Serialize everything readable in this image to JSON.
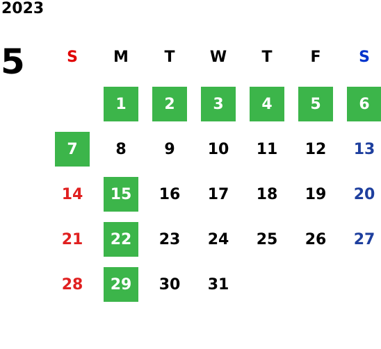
{
  "calendar": {
    "year": "2023",
    "month": "5",
    "weekdays": [
      "S",
      "M",
      "T",
      "W",
      "T",
      "F",
      "S"
    ],
    "first_weekday_index": 1,
    "days": [
      {
        "label": "1",
        "highlight": true
      },
      {
        "label": "2",
        "highlight": true
      },
      {
        "label": "3",
        "highlight": true
      },
      {
        "label": "4",
        "highlight": true
      },
      {
        "label": "5",
        "highlight": true
      },
      {
        "label": "6",
        "highlight": true
      },
      {
        "label": "7",
        "highlight": true
      },
      {
        "label": "8",
        "highlight": false
      },
      {
        "label": "9",
        "highlight": false
      },
      {
        "label": "10",
        "highlight": false
      },
      {
        "label": "11",
        "highlight": false
      },
      {
        "label": "12",
        "highlight": false
      },
      {
        "label": "13",
        "highlight": false
      },
      {
        "label": "14",
        "highlight": false
      },
      {
        "label": "15",
        "highlight": true
      },
      {
        "label": "16",
        "highlight": false
      },
      {
        "label": "17",
        "highlight": false
      },
      {
        "label": "18",
        "highlight": false
      },
      {
        "label": "19",
        "highlight": false
      },
      {
        "label": "20",
        "highlight": false
      },
      {
        "label": "21",
        "highlight": false
      },
      {
        "label": "22",
        "highlight": true
      },
      {
        "label": "23",
        "highlight": false
      },
      {
        "label": "24",
        "highlight": false
      },
      {
        "label": "25",
        "highlight": false
      },
      {
        "label": "26",
        "highlight": false
      },
      {
        "label": "27",
        "highlight": false
      },
      {
        "label": "28",
        "highlight": false
      },
      {
        "label": "29",
        "highlight": true
      },
      {
        "label": "30",
        "highlight": false
      },
      {
        "label": "31",
        "highlight": false
      }
    ]
  },
  "colors": {
    "highlight_bg": "#3cb54a",
    "highlight_text": "#ffffff",
    "sunday_header": "#e00000",
    "saturday_header": "#0033cc",
    "sunday_day": "#e02020",
    "saturday_day": "#1e3f9e",
    "default_text": "#000000"
  }
}
